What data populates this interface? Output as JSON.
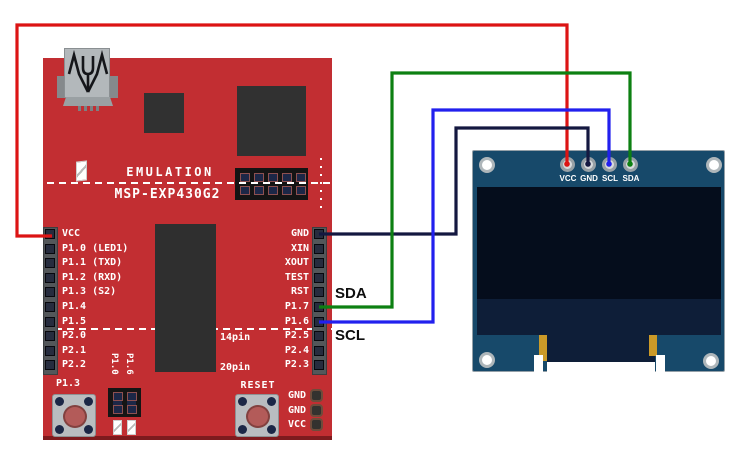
{
  "board": {
    "emulation_label": "EMULATION",
    "model_label": "MSP-EXP430G2",
    "left_pins": [
      "VCC",
      "P1.0 (LED1)",
      "P1.1 (TXD)",
      "P1.2 (RXD)",
      "P1.3 (S2)",
      "P1.4",
      "P1.5",
      "P2.0",
      "P2.1",
      "P2.2"
    ],
    "right_pins": [
      "GND",
      "XIN",
      "XOUT",
      "TEST",
      "RST",
      "P1.7",
      "P1.6",
      "P2.5",
      "P2.4",
      "P2.3"
    ],
    "pin_count_labels": [
      "14pin",
      "20pin"
    ],
    "bottom_pins": [
      "GND",
      "GND",
      "VCC"
    ],
    "buttons": [
      {
        "label": "P1.3"
      },
      {
        "label": "RESET"
      }
    ],
    "jumper_labels": [
      "P1.0",
      "P1.6"
    ]
  },
  "display": {
    "pin_labels": [
      "VCC",
      "GND",
      "SCL",
      "SDA"
    ]
  },
  "annotations": {
    "sda": "SDA",
    "scl": "SCL"
  },
  "colors": {
    "board_red": "#c22e32",
    "board_edge_dark": "#7e1b1e",
    "wire_red": "#dc1414",
    "wire_black": "#141840",
    "wire_green": "#0d8012",
    "wire_blue": "#2220ee",
    "oled_pcb": "#17496a",
    "oled_glass": "#0e1e38",
    "oled_screen": "#050d1c",
    "oled_gold": "#cb9a28"
  }
}
